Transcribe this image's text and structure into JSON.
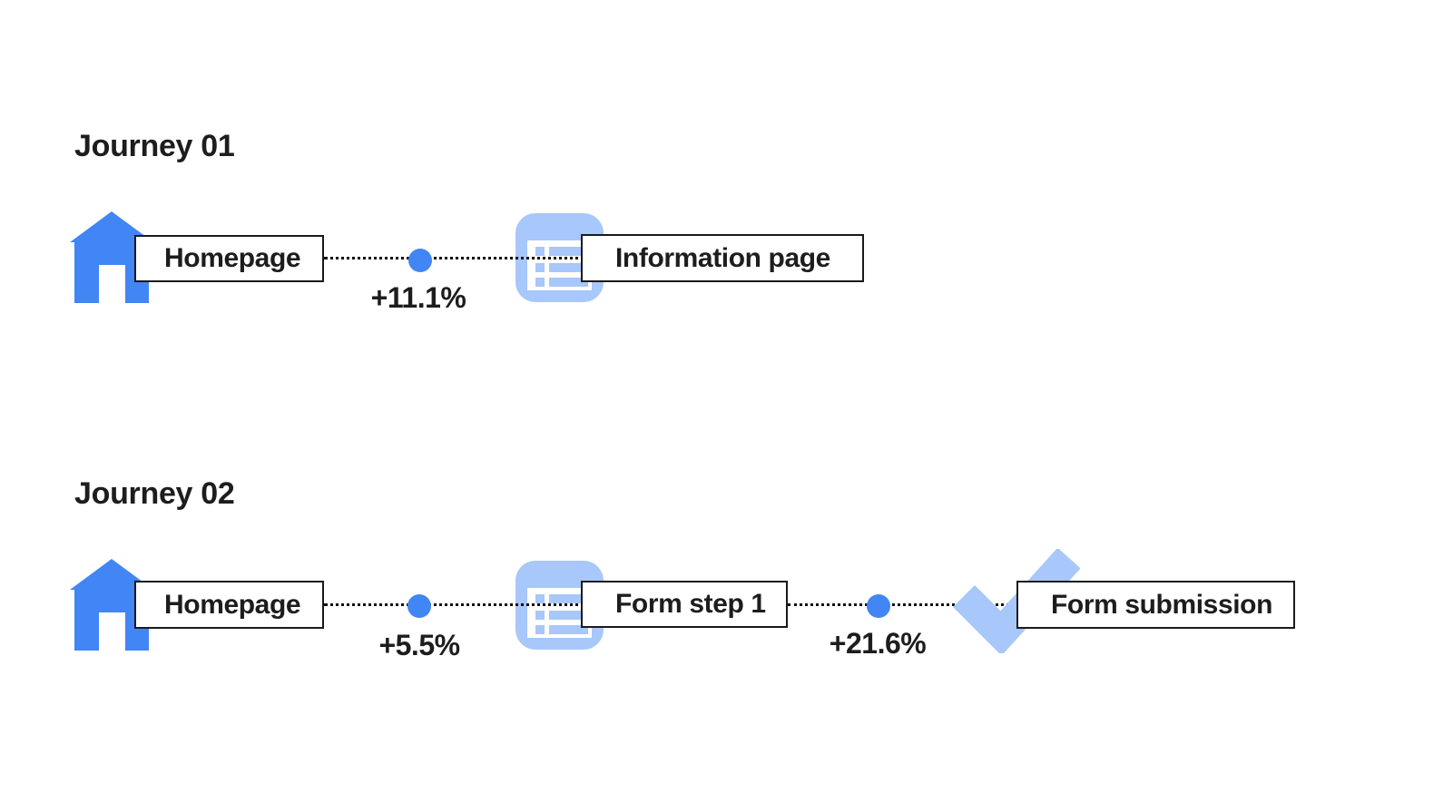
{
  "diagram": {
    "type": "user-journey-flow",
    "background": "#ffffff"
  },
  "colors": {
    "primary_blue": "#4285F4",
    "light_blue": "#A8C7FA",
    "line": "#111111",
    "text": "#1d1d1f",
    "box_border": "#1a1a1a"
  },
  "journeys": [
    {
      "title": "Journey 01",
      "steps": [
        {
          "icon": "home-icon",
          "label": "Homepage"
        },
        {
          "icon": "list-page-icon",
          "label": "Information page"
        }
      ],
      "transitions": [
        {
          "delta": "+11.1%"
        }
      ]
    },
    {
      "title": "Journey 02",
      "steps": [
        {
          "icon": "home-icon",
          "label": "Homepage"
        },
        {
          "icon": "list-page-icon",
          "label": "Form step 1"
        },
        {
          "icon": "check-icon",
          "label": "Form submission"
        }
      ],
      "transitions": [
        {
          "delta": "+5.5%"
        },
        {
          "delta": "+21.6%"
        }
      ]
    }
  ]
}
